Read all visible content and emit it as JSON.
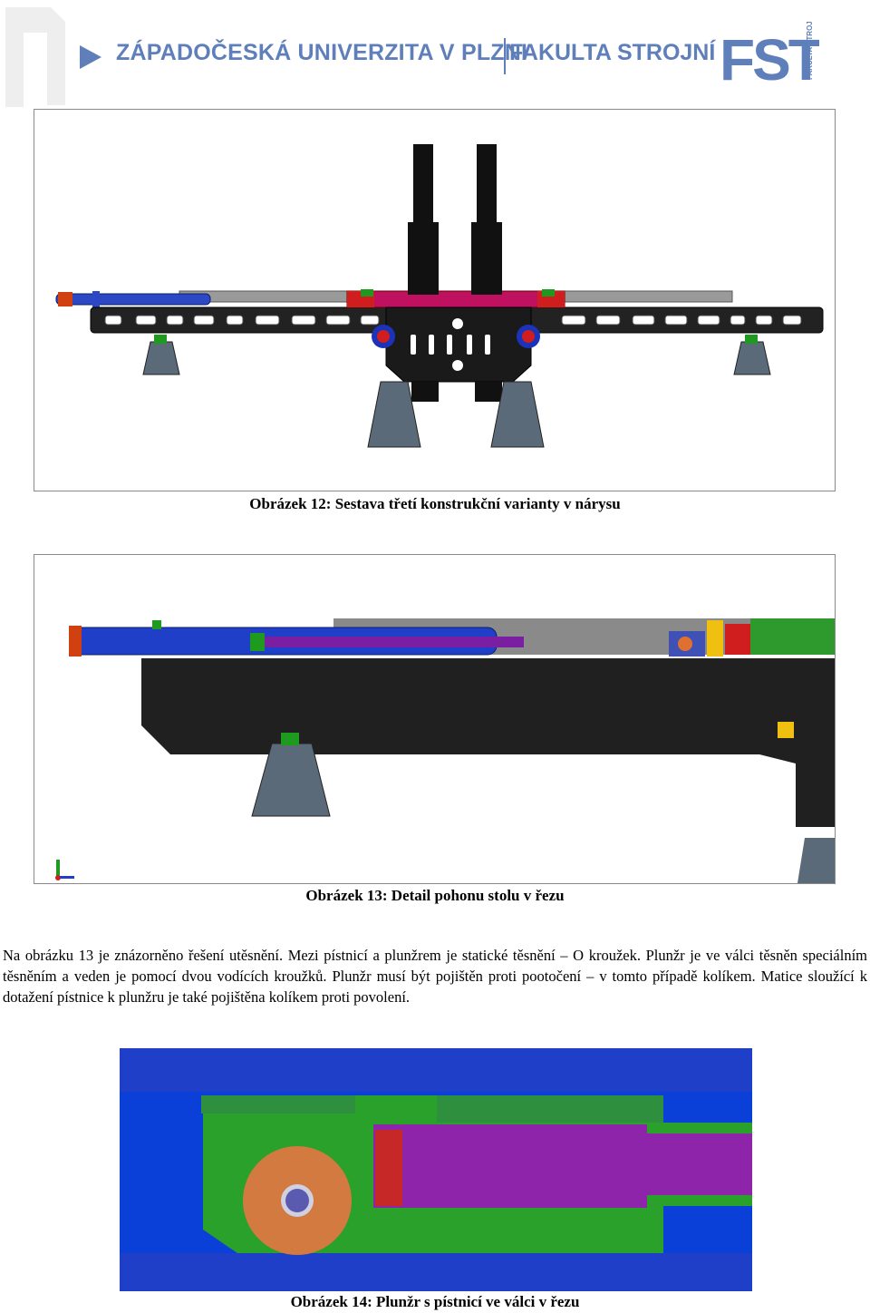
{
  "header": {
    "university": "ZÁPADOČESKÁ UNIVERZITA V PLZNI",
    "faculty": "FAKULTA STROJNÍ",
    "logo_text": "FST",
    "logo_subtext": "FAKULTA STROJNÍ",
    "brand_color": "#5f7fba"
  },
  "figures": [
    {
      "caption": "Obrázek 12: Sestava třetí konstrukční varianty v nárysu"
    },
    {
      "caption": "Obrázek 13: Detail pohonu stolu v řezu"
    },
    {
      "caption": "Obrázek 14: Plunžr s pístnicí ve válci v řezu"
    }
  ],
  "body_text": "Na obrázku 13 je znázorněno řešení utěsnění. Mezi pístnicí a plunžrem je statické těsnění – O kroužek. Plunžr je ve válci těsněn speciálním těsněním a veden je pomocí dvou vodících kroužků. Plunžr musí být pojištěn proti pootočení – v tomto případě kolíkem. Matice sloužící k dotažení pístnice k plunžru je také pojištěna kolíkem proti povolení."
}
